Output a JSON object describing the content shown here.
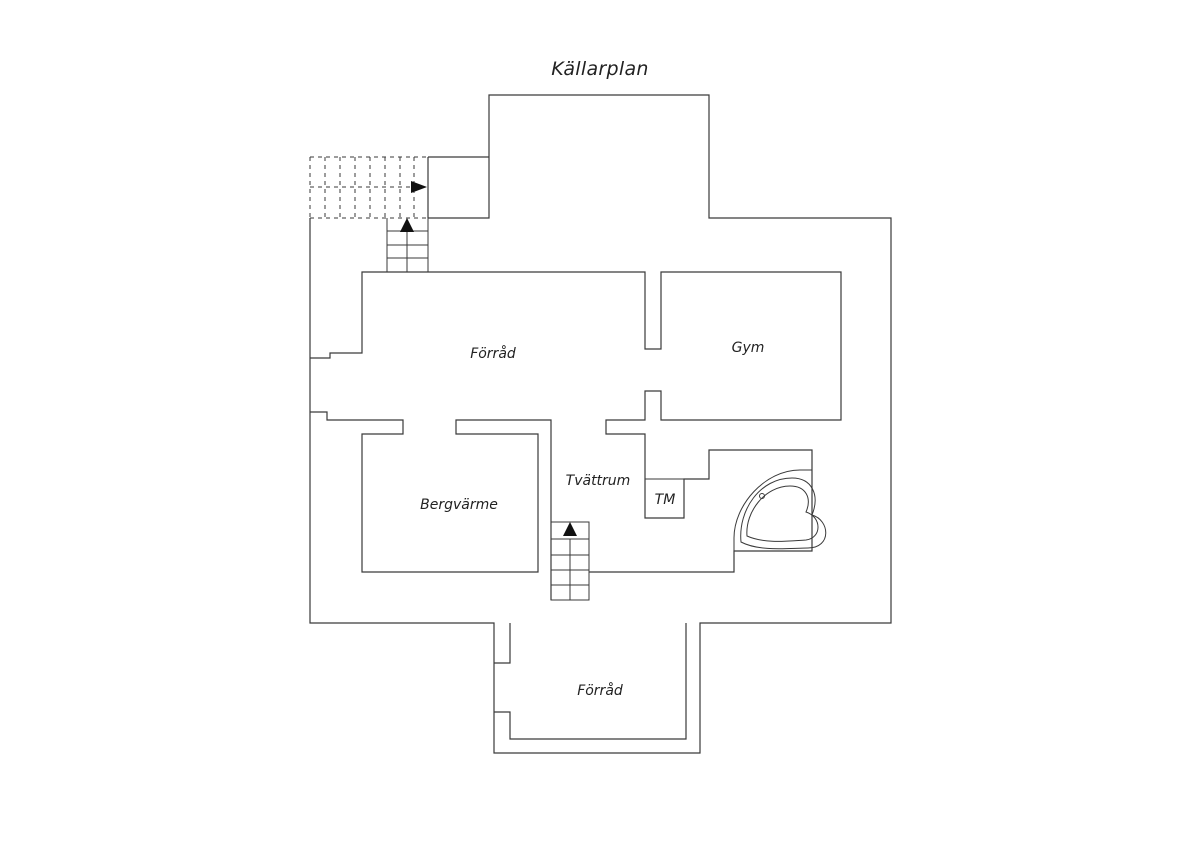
{
  "title": "Källarplan",
  "rooms": {
    "forrad_main": "Förråd",
    "gym": "Gym",
    "tvattrum": "Tvättrum",
    "tm": "TM",
    "bergvarme": "Bergvärme",
    "forrad_lower": "Förråd"
  },
  "colors": {
    "line": "#3a3a3a",
    "text": "#222222",
    "background": "#ffffff"
  }
}
